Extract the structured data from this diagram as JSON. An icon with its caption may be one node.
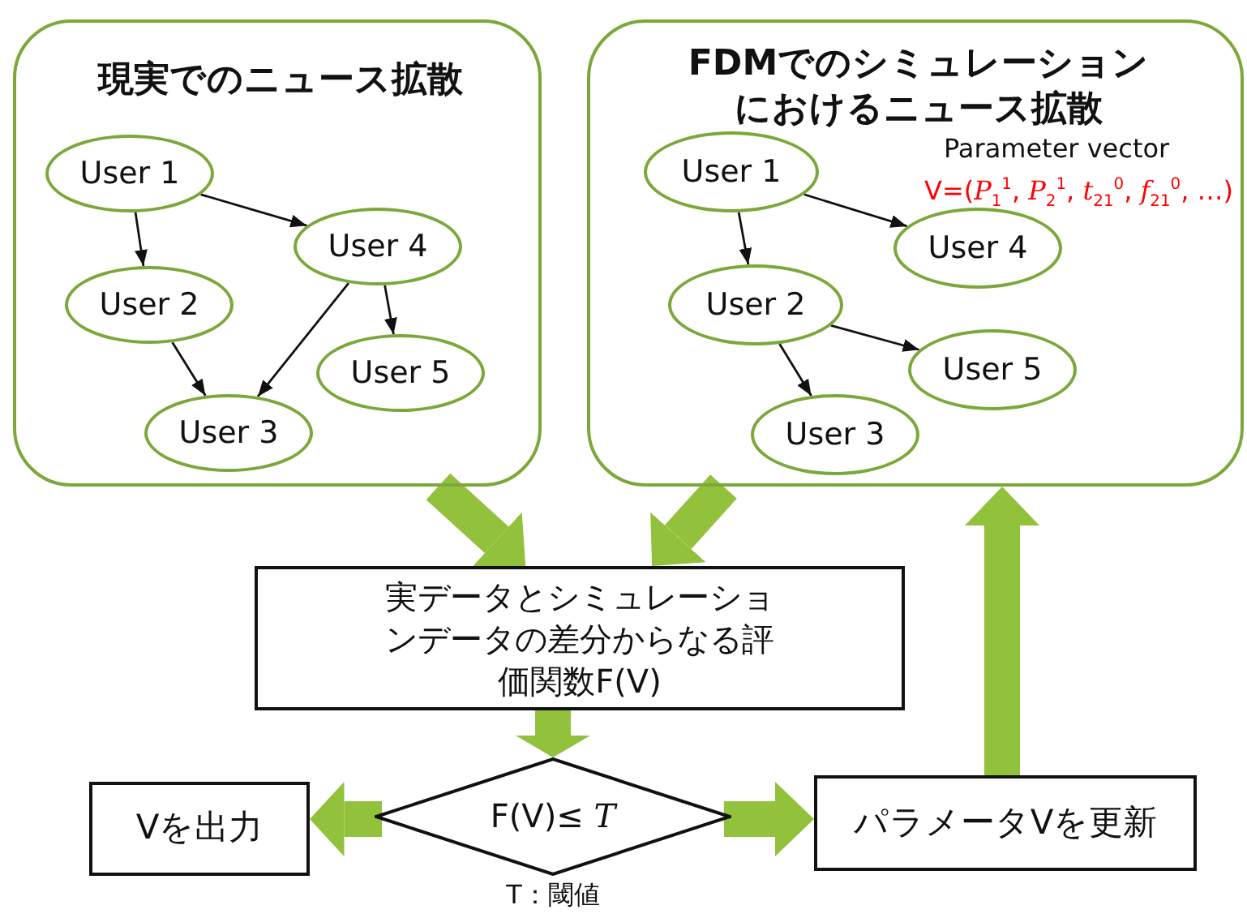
{
  "diagram": {
    "nodes": [
      {
        "text": [
          "現実でのニュース拡散"
        ]
      },
      {
        "text": [
          "User 1"
        ],
        "in": 0
      },
      {
        "text": [
          "User 2"
        ],
        "in": 0
      },
      {
        "text": [
          "User 4"
        ],
        "in": 0
      },
      {
        "text": [
          "User 5"
        ],
        "in": 0
      },
      {
        "text": [
          "User 3"
        ],
        "in": 0
      },
      {
        "text": [
          "FDMでのシミュレーションにおけるニュース拡散",
          "Parameter vector",
          "V=(*P*$_{1}$$^{1}$, *P*$_{2}$$^{1}$, *t*$_{21}$$^{0}$, *f*$_{21}$$^{0}$, …)"
        ]
      },
      {
        "text": [
          "User 1"
        ],
        "in": 6
      },
      {
        "text": [
          "User 4"
        ],
        "in": 6
      },
      {
        "text": [
          "User 2"
        ],
        "in": 6
      },
      {
        "text": [
          "User 5"
        ],
        "in": 6
      },
      {
        "text": [
          "User 3"
        ],
        "in": 6
      },
      {
        "text": [
          "実データとシミュレーションデータの差分からなる評価関数F(V)"
        ]
      },
      {
        "text": [
          "F(V)≤ *T*"
        ],
        "beside": [
          "T：閾値"
        ]
      },
      {
        "text": [
          "Vを出力"
        ]
      },
      {
        "text": [
          "パラメータVを更新"
        ]
      }
    ],
    "edges": [
      {
        "from": 1,
        "to": 2,
        "arrow": "to"
      },
      {
        "from": 1,
        "to": 3,
        "arrow": "to"
      },
      {
        "from": 2,
        "to": 5,
        "arrow": "to"
      },
      {
        "from": 3,
        "to": 5,
        "arrow": "to"
      },
      {
        "from": 3,
        "to": 4,
        "arrow": "to"
      },
      {
        "from": 7,
        "to": 9,
        "arrow": "to"
      },
      {
        "from": 7,
        "to": 8,
        "arrow": "to"
      },
      {
        "from": 9,
        "to": 11,
        "arrow": "to"
      },
      {
        "from": 9,
        "to": 10,
        "arrow": "to"
      },
      {
        "from": 0,
        "to": 12,
        "arrow": "to",
        "style": "thick",
        "color": "#92c13c"
      },
      {
        "from": 6,
        "to": 12,
        "arrow": "to",
        "style": "thick",
        "color": "#92c13c"
      },
      {
        "from": 12,
        "to": 13,
        "arrow": "to",
        "style": "thick",
        "color": "#92c13c"
      },
      {
        "from": 13,
        "to": 14,
        "arrow": "to",
        "style": "thick",
        "color": "#92c13c"
      },
      {
        "from": 13,
        "to": 15,
        "arrow": "to",
        "style": "thick",
        "color": "#92c13c"
      },
      {
        "from": 15,
        "to": 6,
        "arrow": "to",
        "style": "thick",
        "color": "#92c13c"
      }
    ]
  }
}
